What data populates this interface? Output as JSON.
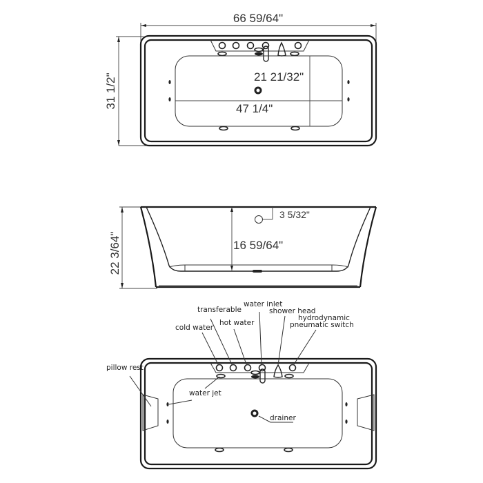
{
  "diagram": {
    "title": "Freestanding bathtub dimension drawing",
    "top_view": {
      "overall_length": "66 59/64\"",
      "overall_width": "31 1/2\"",
      "inner_width": "21 21/32\"",
      "inner_length": "47 1/4\""
    },
    "side_view": {
      "overall_height": "22 3/64\"",
      "inner_depth": "16 59/64\"",
      "overflow_offset": "3 5/32\""
    },
    "labeled_view": {
      "labels": {
        "cold_water": "cold water",
        "transferable": "transferable",
        "hot_water": "hot water",
        "water_inlet": "water inlet",
        "shower_head": "shower head",
        "hydrodynamic_line1": "hydrodynamic",
        "hydrodynamic_line2": "pneumatic switch",
        "pillow_rest": "pillow rest",
        "water_jet": "water jet",
        "drainer": "drainer"
      }
    },
    "colors": {
      "line": "#1a1a1a",
      "text": "#333333",
      "background": "#ffffff"
    }
  }
}
